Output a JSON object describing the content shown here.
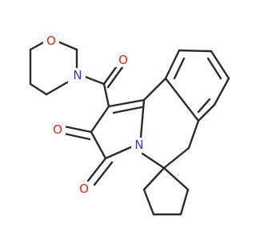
{
  "molecule": {
    "atoms": {
      "o_morpholine": "O",
      "n_morpholine": "N",
      "o_amide": "O",
      "o_ketone": "O",
      "o_lactam": "O",
      "n_ring": "N"
    },
    "colors": {
      "bond": "#2b2b2b",
      "oxygen": "#e0261b",
      "nitrogen": "#2f3cc9",
      "background": "#ffffff"
    }
  }
}
